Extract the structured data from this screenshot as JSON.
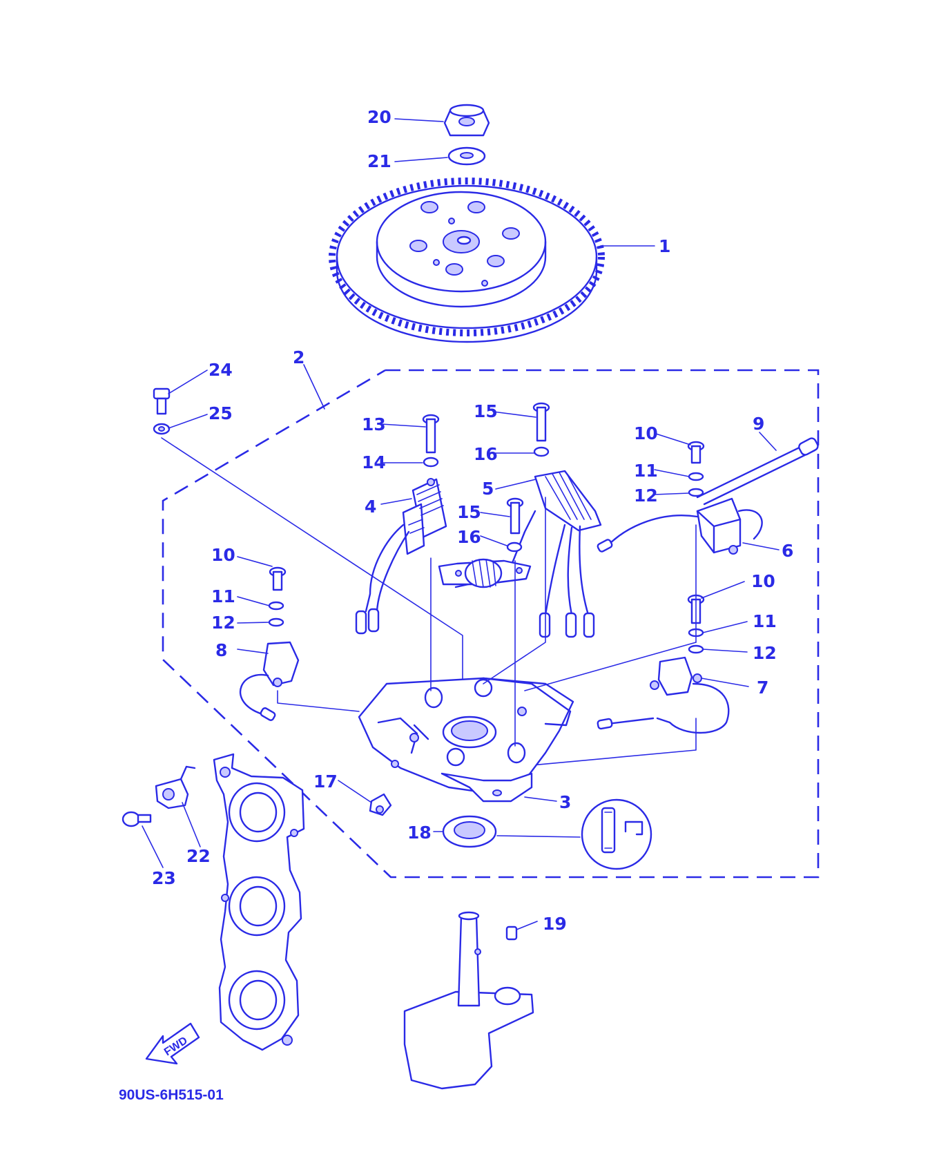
{
  "diagram": {
    "catalog_number": "90US-6H515-01",
    "direction_label": "FWD",
    "callouts": [
      {
        "id": "c20",
        "text": "20"
      },
      {
        "id": "c21",
        "text": "21"
      },
      {
        "id": "c1",
        "text": "1"
      },
      {
        "id": "c2",
        "text": "2"
      },
      {
        "id": "c24",
        "text": "24"
      },
      {
        "id": "c25",
        "text": "25"
      },
      {
        "id": "c13",
        "text": "13"
      },
      {
        "id": "c14",
        "text": "14"
      },
      {
        "id": "c4",
        "text": "4"
      },
      {
        "id": "c15a",
        "text": "15"
      },
      {
        "id": "c16a",
        "text": "16"
      },
      {
        "id": "c5",
        "text": "5"
      },
      {
        "id": "c15b",
        "text": "15"
      },
      {
        "id": "c16b",
        "text": "16"
      },
      {
        "id": "c10a",
        "text": "10"
      },
      {
        "id": "c11a",
        "text": "11"
      },
      {
        "id": "c12a",
        "text": "12"
      },
      {
        "id": "c9",
        "text": "9"
      },
      {
        "id": "c6",
        "text": "6"
      },
      {
        "id": "c10b",
        "text": "10"
      },
      {
        "id": "c11b",
        "text": "11"
      },
      {
        "id": "c12b",
        "text": "12"
      },
      {
        "id": "c8",
        "text": "8"
      },
      {
        "id": "c10c",
        "text": "10"
      },
      {
        "id": "c11c",
        "text": "11"
      },
      {
        "id": "c12c",
        "text": "12"
      },
      {
        "id": "c7",
        "text": "7"
      },
      {
        "id": "c17",
        "text": "17"
      },
      {
        "id": "c3",
        "text": "3"
      },
      {
        "id": "c18",
        "text": "18"
      },
      {
        "id": "c22",
        "text": "22"
      },
      {
        "id": "c23",
        "text": "23"
      },
      {
        "id": "c19",
        "text": "19"
      }
    ]
  }
}
